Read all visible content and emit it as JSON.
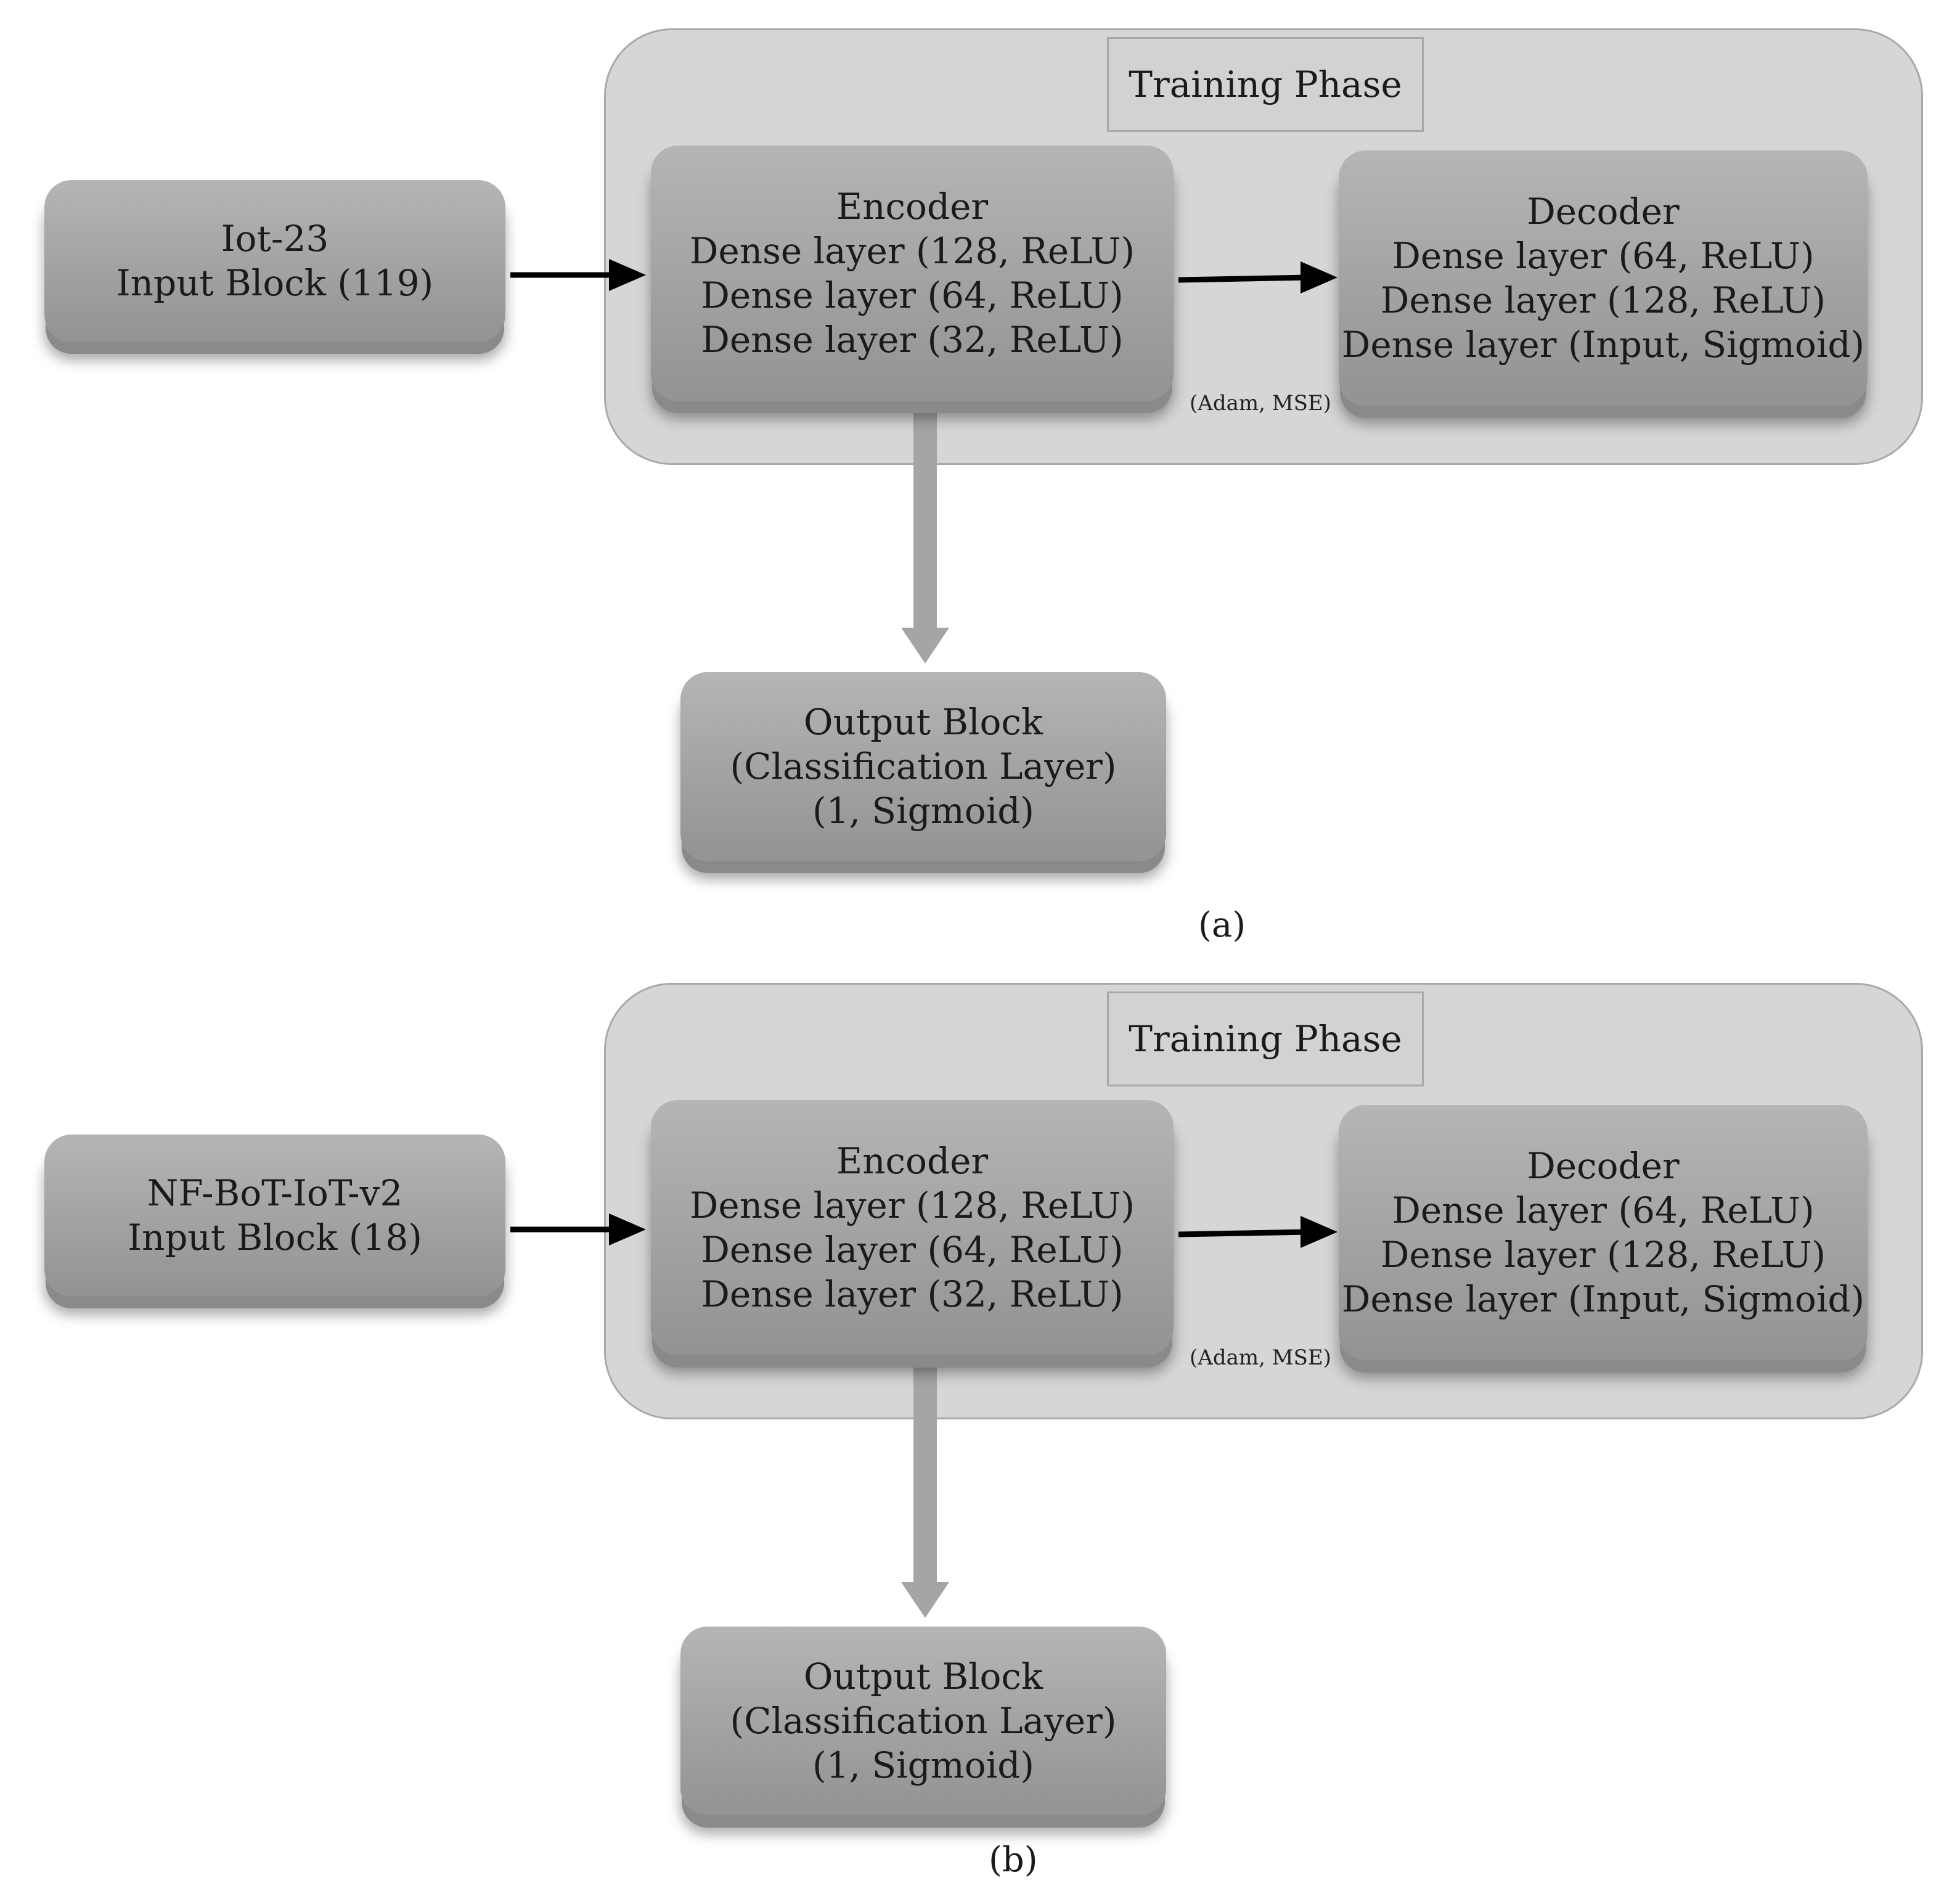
{
  "diagrams": [
    {
      "caption": "(a)",
      "phase_label": "Training Phase",
      "optimizer_note": "(Adam, MSE)",
      "input_block": [
        "Iot-23",
        "Input Block (119)"
      ],
      "encoder_block": [
        "Encoder",
        "Dense layer (128, ReLU)",
        "Dense layer (64, ReLU)",
        "Dense layer (32, ReLU)"
      ],
      "decoder_block": [
        "Decoder",
        "Dense layer (64, ReLU)",
        "Dense layer (128, ReLU)",
        "Dense layer (Input, Sigmoid)"
      ],
      "output_block": [
        "Output Block",
        "(Classification Layer)",
        "(1, Sigmoid)"
      ]
    },
    {
      "caption": "(b)",
      "phase_label": "Training Phase",
      "optimizer_note": "(Adam, MSE)",
      "input_block": [
        "NF-BoT-IoT-v2",
        "Input Block (18)"
      ],
      "encoder_block": [
        "Encoder",
        "Dense layer (128, ReLU)",
        "Dense layer (64, ReLU)",
        "Dense layer (32, ReLU)"
      ],
      "decoder_block": [
        "Decoder",
        "Dense layer (64, ReLU)",
        "Dense layer (128, ReLU)",
        "Dense layer (Input, Sigmoid)"
      ],
      "output_block": [
        "Output Block",
        "(Classification Layer)",
        "(1, Sigmoid)"
      ]
    }
  ],
  "colors": {
    "container_fill": "#d6d6d6",
    "block_fill": "#a8a8a8",
    "arrow_black": "#000000",
    "arrow_gray": "#a5a5a5"
  }
}
